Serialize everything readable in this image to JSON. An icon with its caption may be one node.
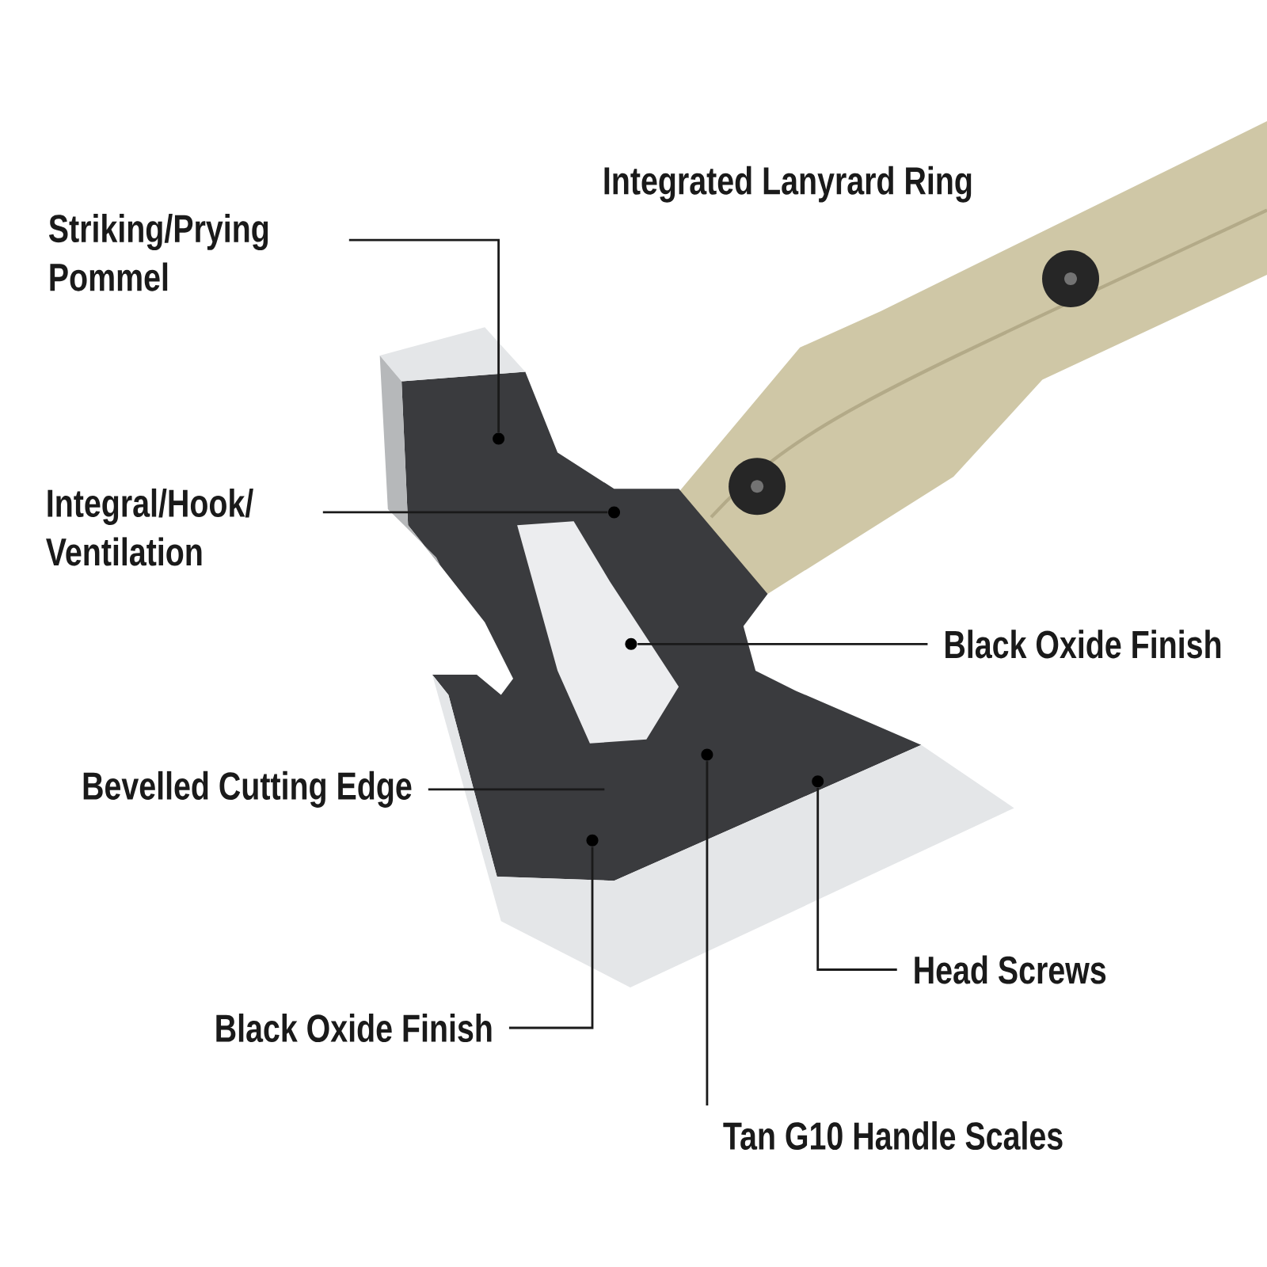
{
  "diagram": {
    "nodes": [
      {
        "text": [
          "Striking/Prying Pommel"
        ]
      },
      {
        "text": [],
        "shape": "circle"
      },
      {
        "text": [
          "Integral/Hook/ Ventilation"
        ]
      },
      {
        "text": [],
        "shape": "circle"
      },
      {
        "text": [
          "Black Oxide Finish"
        ]
      },
      {
        "text": [],
        "shape": "circle"
      },
      {
        "text": [
          "Bevelled Cutting Edge"
        ]
      },
      {
        "text": [
          "Black Oxide Finish"
        ]
      },
      {
        "text": [],
        "shape": "circle"
      },
      {
        "text": [
          "Head Screws"
        ]
      },
      {
        "text": [],
        "shape": "circle"
      },
      {
        "text": [
          "Tan G10 Handle Scales"
        ]
      },
      {
        "text": [],
        "shape": "circle"
      }
    ],
    "edges": [
      {
        "from": 0,
        "to": 1,
        "arrow": "none"
      },
      {
        "from": 2,
        "to": 3,
        "arrow": "none"
      },
      {
        "from": 4,
        "to": 5,
        "arrow": "none"
      },
      {
        "from": 6,
        "to": null,
        "arrow": "none"
      },
      {
        "from": 7,
        "to": 8,
        "arrow": "none"
      },
      {
        "from": 9,
        "to": 10,
        "arrow": "none"
      },
      {
        "from": 11,
        "to": 12,
        "arrow": "none"
      }
    ],
    "labels": [
      "Integrated Lanyrard Ring"
    ]
  }
}
